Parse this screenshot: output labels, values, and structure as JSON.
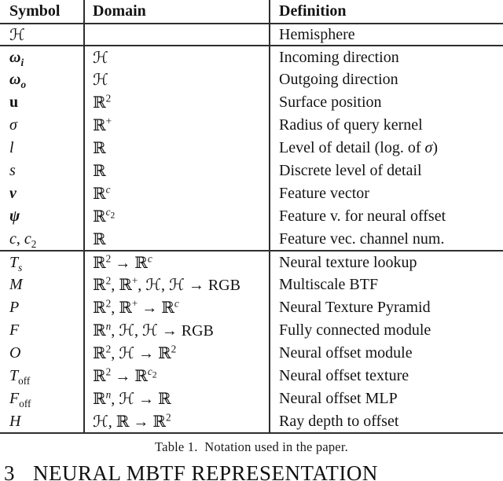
{
  "colors": {
    "background": "#ffffff",
    "text": "#141414",
    "rule": "#2e2e2e"
  },
  "table": {
    "columns": [
      "Symbol",
      "Domain",
      "Definition"
    ],
    "rows": [
      {
        "symbol": "ℋ",
        "domain": "",
        "definition": "Hemisphere"
      },
      {
        "symbol": "<b><i>ω<sub>i</sub></i></b>",
        "domain": "ℋ",
        "definition": "Incoming direction"
      },
      {
        "symbol": "<b><i>ω<sub>o</sub></i></b>",
        "domain": "ℋ",
        "definition": "Outgoing direction"
      },
      {
        "symbol": "<b>u</b>",
        "domain": "ℝ<sup>2</sup>",
        "definition": "Surface position"
      },
      {
        "symbol": "<i>σ</i>",
        "domain": "ℝ<sup>+</sup>",
        "definition": "Radius of query kernel"
      },
      {
        "symbol": "<i>l</i>",
        "domain": "ℝ",
        "definition": "Level of detail (log. of <i>σ</i>)"
      },
      {
        "symbol": "<i>s</i>",
        "domain": "ℝ",
        "definition": "Discrete level of detail"
      },
      {
        "symbol": "<b><i>v</i></b>",
        "domain": "ℝ<sup><i>c</i></sup>",
        "definition": "Feature vector"
      },
      {
        "symbol": "<b><i>ψ</i></b>",
        "domain": "ℝ<sup><i>c</i><sub>2</sub></sup>",
        "definition": "Feature v. for neural offset"
      },
      {
        "symbol": "<i>c</i>, <i>c</i><sub>2</sub>",
        "domain": "ℝ",
        "definition": "Feature vec. channel num."
      },
      {
        "symbol": "<i>T<sub>s</sub></i>",
        "domain": "ℝ<sup>2</sup> → ℝ<sup><i>c</i></sup>",
        "definition": "Neural texture lookup"
      },
      {
        "symbol": "<i>M</i>",
        "domain": "ℝ<sup>2</sup>, ℝ<sup>+</sup>, ℋ, ℋ → RGB",
        "definition": "Multiscale BTF"
      },
      {
        "symbol": "<i>P</i>",
        "domain": "ℝ<sup>2</sup>, ℝ<sup>+</sup> → ℝ<sup><i>c</i></sup>",
        "definition": "Neural Texture Pyramid"
      },
      {
        "symbol": "<i>F</i>",
        "domain": "ℝ<sup><i>n</i></sup>, ℋ, ℋ → RGB",
        "definition": "Fully connected module"
      },
      {
        "symbol": "<i>O</i>",
        "domain": "ℝ<sup>2</sup>, ℋ → ℝ<sup>2</sup>",
        "definition": "Neural offset module"
      },
      {
        "symbol": "<i>T</i><sub>off</sub>",
        "domain": "ℝ<sup>2</sup> → ℝ<sup><i>c</i><sub>2</sub></sup>",
        "definition": "Neural offset texture"
      },
      {
        "symbol": "<i>F</i><sub>off</sub>",
        "domain": "ℝ<sup><i>n</i></sup>, ℋ → ℝ",
        "definition": "Neural offset MLP"
      },
      {
        "symbol": "<i>H</i>",
        "domain": "ℋ, ℝ → ℝ<sup>2</sup>",
        "definition": "Ray depth to offset"
      }
    ],
    "caption": "Table 1.  Notation used in the paper."
  },
  "section": {
    "number": "3",
    "title": "NEURAL MBTF REPRESENTATION"
  }
}
